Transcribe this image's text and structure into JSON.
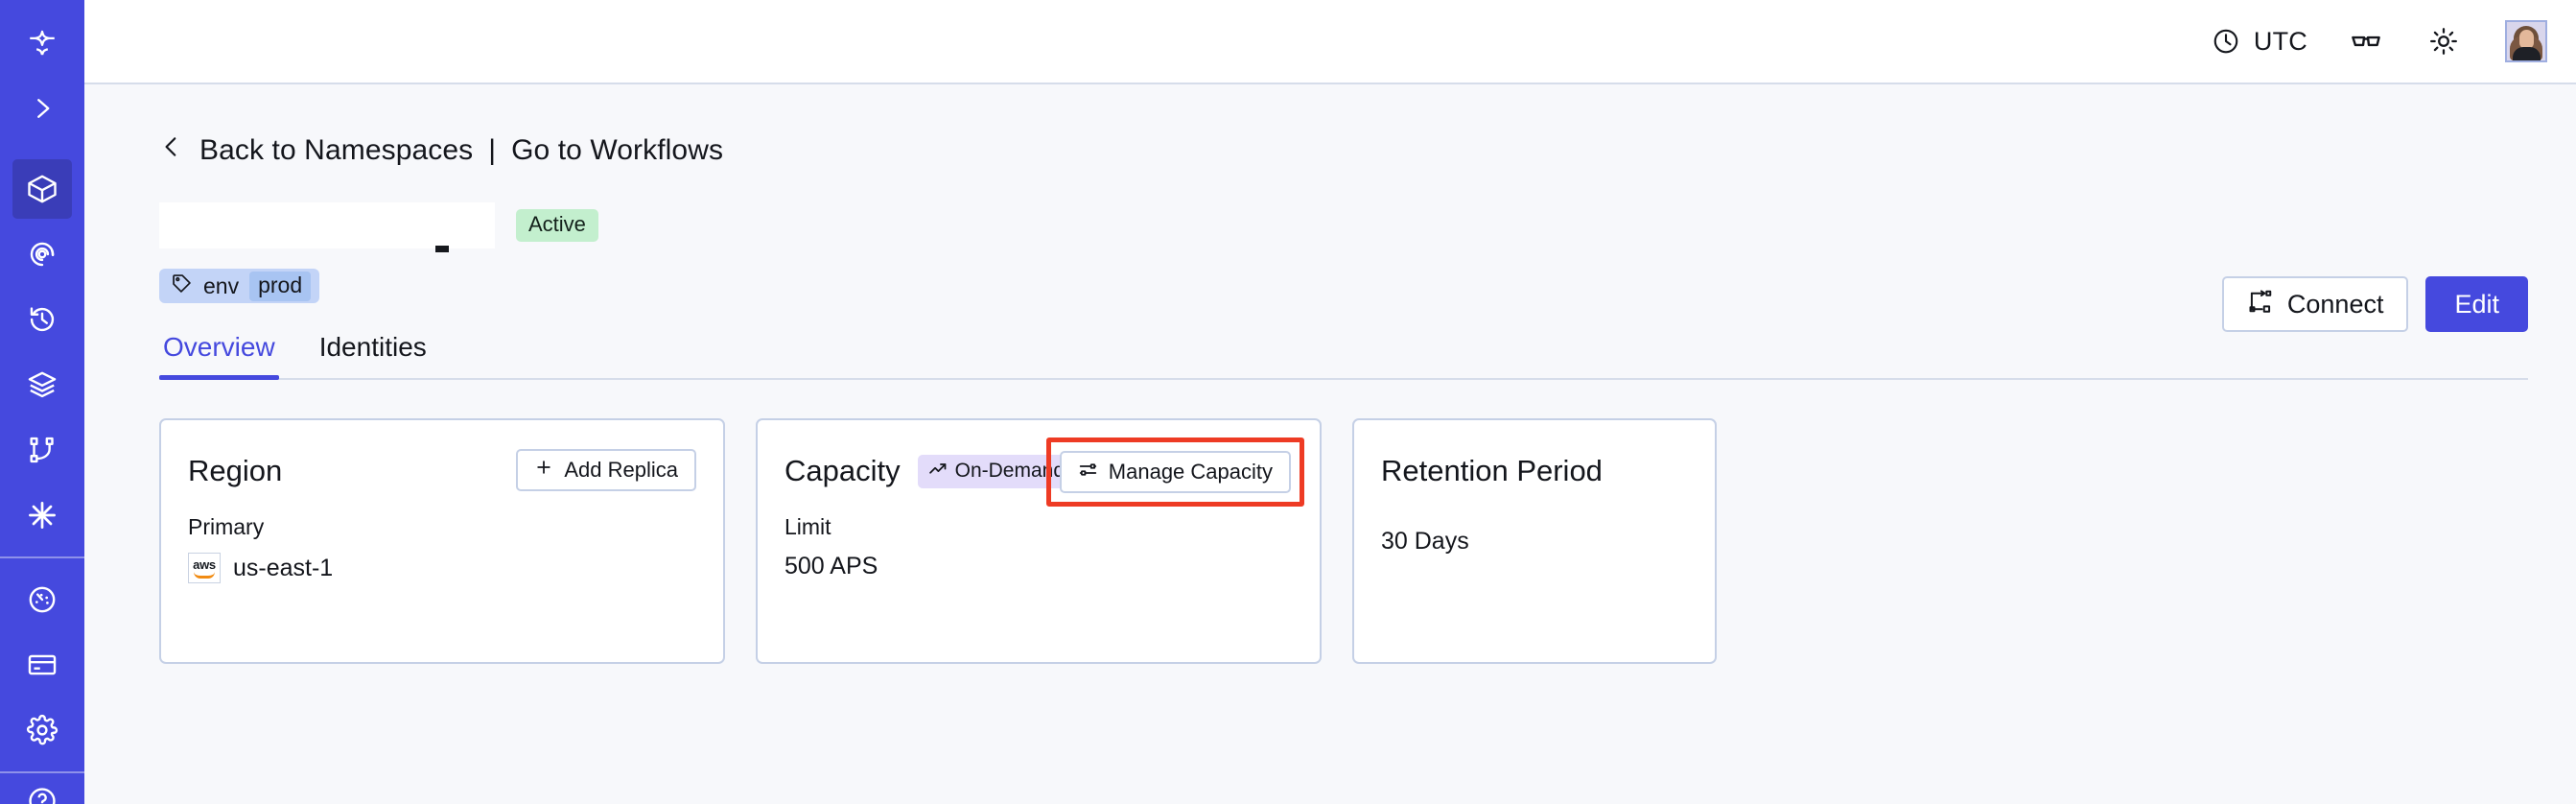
{
  "sidebar": {
    "items": [
      {
        "name": "logo",
        "icon": "star-compass-icon"
      },
      {
        "name": "expand",
        "icon": "chevron-right-icon"
      },
      {
        "name": "namespaces",
        "icon": "cube-icon",
        "active": true
      },
      {
        "name": "observability",
        "icon": "eye-spiral-icon"
      },
      {
        "name": "history",
        "icon": "clock-rewind-icon"
      },
      {
        "name": "layers",
        "icon": "layers-icon"
      },
      {
        "name": "workflows",
        "icon": "git-branch-icon"
      },
      {
        "name": "integrations",
        "icon": "asterisk-icon"
      },
      {
        "name": "usage",
        "icon": "gauge-icon"
      },
      {
        "name": "billing",
        "icon": "credit-card-icon"
      },
      {
        "name": "settings",
        "icon": "gear-icon"
      }
    ]
  },
  "header": {
    "timezone_label": "UTC",
    "clock_icon": "clock-icon",
    "glasses_icon": "glasses-icon",
    "theme_icon": "sun-icon",
    "avatar_icon": "user-avatar"
  },
  "breadcrumb": {
    "back_icon": "chevron-left-icon",
    "back_label": "Back to Namespaces",
    "separator": "|",
    "forward_label": "Go to Workflows"
  },
  "namespace": {
    "title": "",
    "status_badge": "Active",
    "tag_icon": "tag-icon",
    "tag_key": "env",
    "tag_value": "prod"
  },
  "actions": {
    "connect_label": "Connect",
    "connect_icon": "connect-flow-icon",
    "edit_label": "Edit"
  },
  "tabs": [
    {
      "label": "Overview",
      "active": true
    },
    {
      "label": "Identities",
      "active": false
    }
  ],
  "cards": {
    "region": {
      "title": "Region",
      "sublabel": "Primary",
      "provider_logo": "aws-logo",
      "provider_text": "aws",
      "value": "us-east-1",
      "action_label": "Add Replica",
      "action_icon": "plus-icon"
    },
    "capacity": {
      "title": "Capacity",
      "badge_label": "On-Demand",
      "badge_icon": "trending-up-icon",
      "sublabel": "Limit",
      "value": "500 APS",
      "action_label": "Manage Capacity",
      "action_icon": "sliders-icon",
      "highlighted": true
    },
    "retention": {
      "title": "Retention Period",
      "value": "30 Days"
    }
  },
  "colors": {
    "brand": "#4549DE",
    "sidebar_active": "#3A3DB8",
    "page_bg": "#F7F8FB",
    "card_border": "#C5D0E6",
    "status_green": "#C3EFCE",
    "tag_blue": "#C3D4F7",
    "tag_value_blue": "#A8C4F2",
    "badge_lavender": "#E3DCFA",
    "highlight_red": "#EE3B24"
  }
}
